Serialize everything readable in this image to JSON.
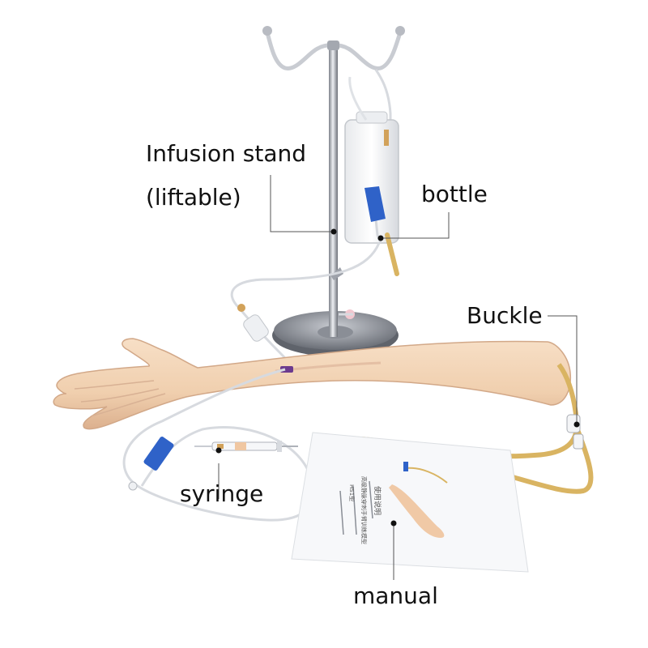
{
  "labels": {
    "infusion_stand_line1": "Infusion stand",
    "infusion_stand_line2": "(liftable)",
    "bottle": "bottle",
    "buckle": "Buckle",
    "syringe": "syringe",
    "manual": "manual"
  },
  "manual": {
    "text_right": "使用说明",
    "text_left": "高级静脉穿刺手臂训练模型",
    "model": "HS1型"
  },
  "colors": {
    "skin": "#f2d2b4",
    "tube_yellow": "#d9b462",
    "clamp_blue": "#2f62c8",
    "chrome": "#c9ccd2",
    "background": "#ffffff"
  }
}
